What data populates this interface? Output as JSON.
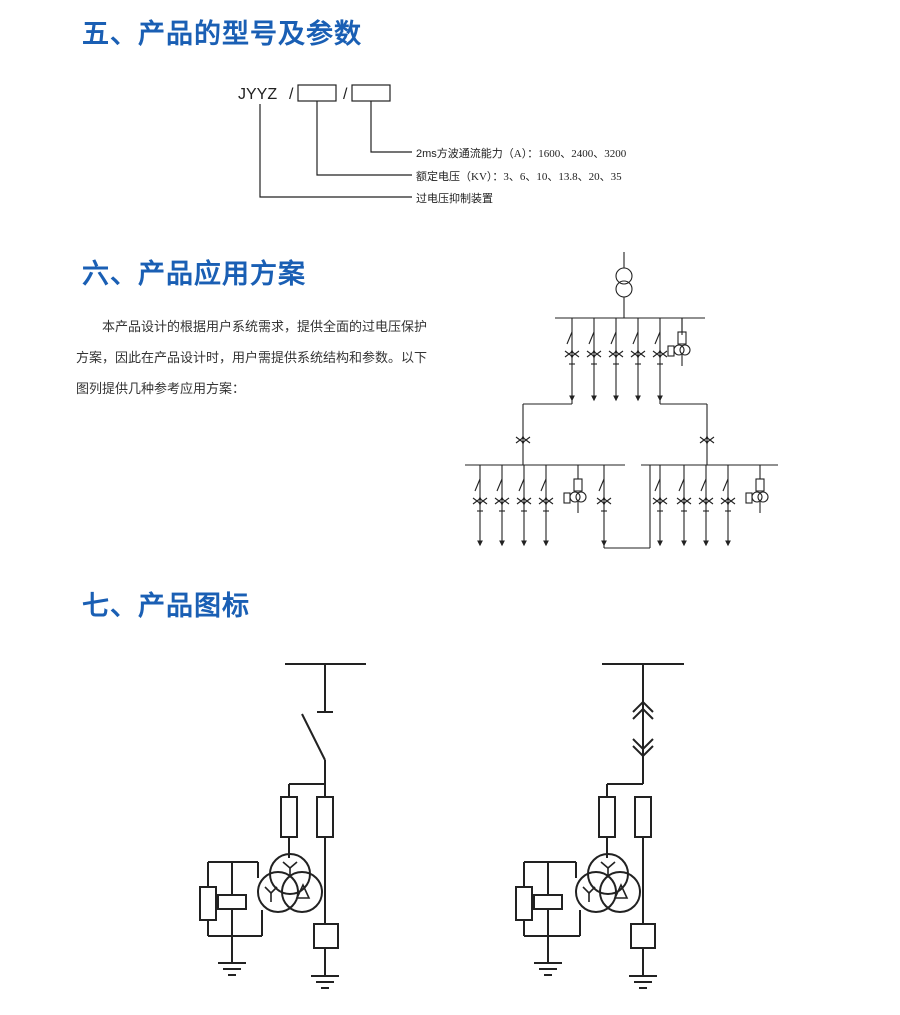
{
  "sections": {
    "model": {
      "title": "五、产品的型号及参数",
      "code": "JYYZ",
      "separator": "/",
      "params": [
        {
          "prefix": "2ms",
          "text": "方波通流能力（A）：1600、2400、3200"
        },
        {
          "prefix": "",
          "text": "额定电压（KV）：3、6、10、13.8、20、35"
        },
        {
          "prefix": "",
          "text": "过电压抑制装置"
        }
      ]
    },
    "application": {
      "title": "六、产品应用方案",
      "paragraph": "本产品设计的根据用户系统需求，提供全面的过电压保护方案，因此在产品设计时，用户需提供系统结构和参数。以下图列提供几种参考应用方案："
    },
    "icon": {
      "title": "七、产品图标"
    }
  },
  "colors": {
    "heading": "#1a5fb4",
    "line": "#222222"
  }
}
